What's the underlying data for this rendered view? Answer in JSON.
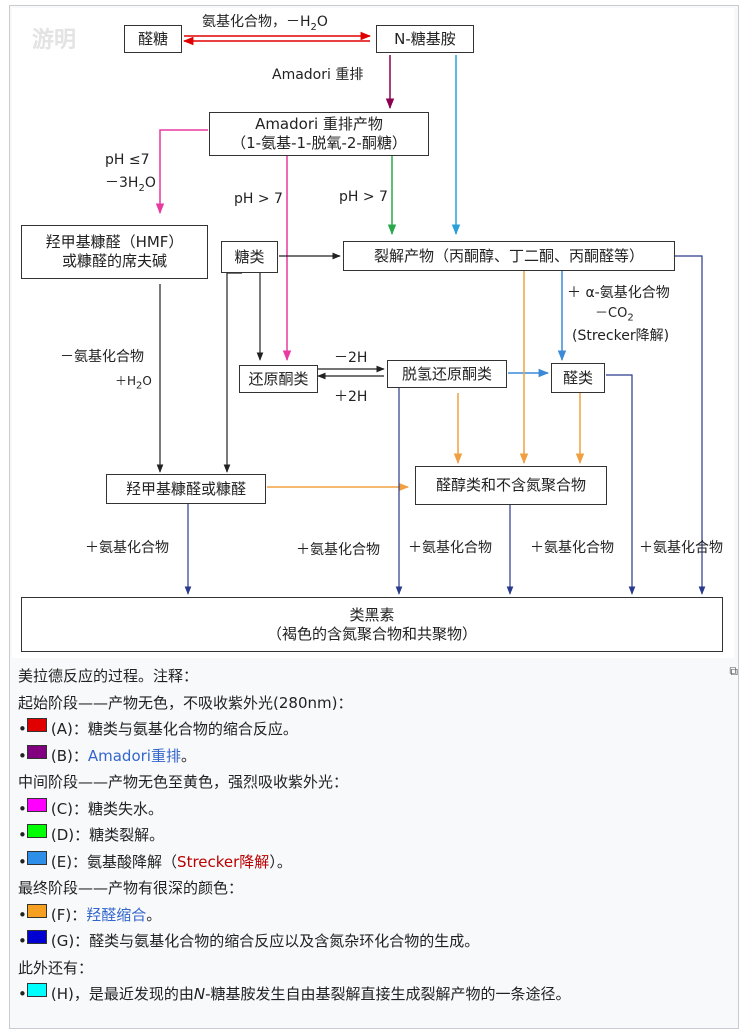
{
  "watermark": "游明",
  "nodes": {
    "aldose": "醛糖",
    "glycosylamine": "N-糖基胺",
    "amadori_product": [
      "Amadori 重排产物",
      "（1-氨基-1-脱氧-2-酮糖）"
    ],
    "hmf": [
      "羟甲基糠醛（HMF）",
      "或糠醛的席夫碱"
    ],
    "sugars": "糖类",
    "fission": "裂解产物（丙酮醇、丁二酮、丙酮醛等）",
    "reductones": "还原酮类",
    "dehydro": "脱氢还原酮类",
    "aldehydes": "醛类",
    "hmf_furfural": "羟甲基糠醛或糠醛",
    "aldols": "醛醇类和不含氮聚合物",
    "melanoidins": [
      "类黑素",
      "（褐色的含氮聚合物和共聚物）"
    ]
  },
  "labels": {
    "amino_top": "氨基化合物，",
    "minus_h2o_top": "－H",
    "h2o_o": "O",
    "amadori_rearr": "Amadori 重排",
    "ph_le7": "pH ≤7",
    "minus3h2o": "－3H",
    "ph_gt7_a": "pH > 7",
    "ph_gt7_b": "pH > 7",
    "minus_amino": "－氨基化合物",
    "plus_h2o": "＋H",
    "minus2h": "－2H",
    "plus2h": "＋2H",
    "alpha_amino": "＋ α-氨基化合物",
    "minus_co2": "－CO",
    "strecker": "(Strecker降解)",
    "plus_amino": "＋氨基化合物"
  },
  "caption": {
    "intro": "美拉德反应的过程。注释：",
    "stage1": "起始阶段——产物无色，不吸收紫外光(280nm)：",
    "A": "(A)：糖类与氨基化合物的缩合反应。",
    "B_prefix": "(B)：",
    "B_link": "Amadori重排",
    "B_suffix": "。",
    "stage2": "中间阶段——产物无色至黄色，强烈吸收紫外光：",
    "C": "(C)：糖类失水。",
    "D": "(D)：糖类裂解。",
    "E_prefix": "(E)：氨基酸降解（",
    "E_link": "Strecker降解",
    "E_suffix": "）。",
    "stage3": "最终阶段——产物有很深的颜色：",
    "F_prefix": "(F)：",
    "F_link": "羟醛缩合",
    "F_suffix": "。",
    "G": "(G)：醛类与氨基化合物的缩合反应以及含氮杂环化合物的生成。",
    "stage4": "此外还有：",
    "H_prefix": "(H)，是最近发现的由",
    "H_italic": "N",
    "H_suffix": "-糖基胺发生自由基裂解直接生成裂解产物的一条途径。"
  },
  "colors": {
    "A": "#e00000",
    "B": "#800080",
    "C": "#ff00ff",
    "D": "#00ff00",
    "E": "#2e8fe8",
    "F": "#f5a020",
    "G": "#0000d0",
    "H": "#00ffff"
  },
  "icons": {
    "expand": "enlarge-icon"
  }
}
